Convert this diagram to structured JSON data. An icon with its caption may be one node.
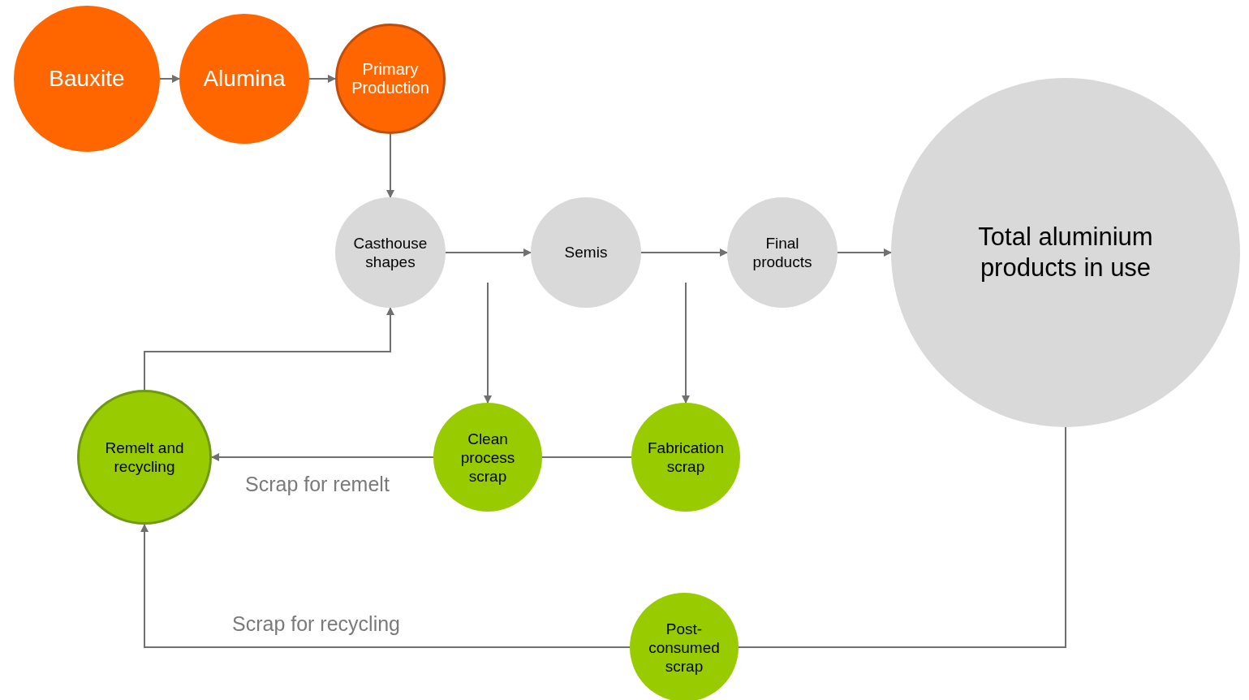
{
  "diagram": {
    "nodes": [
      {
        "text": [
          "Bauxite"
        ]
      },
      {
        "text": [
          "Alumina"
        ]
      },
      {
        "text": [
          "Primary Production"
        ]
      },
      {
        "text": [
          "Casthouse shapes"
        ]
      },
      {
        "text": [
          "Semis"
        ]
      },
      {
        "text": [
          "Final products"
        ]
      },
      {
        "text": [
          "Total aluminium products in use"
        ]
      },
      {
        "text": [
          "Remelt and recycling"
        ]
      },
      {
        "text": [
          "Clean process scrap"
        ]
      },
      {
        "text": [
          "Fabrication scrap"
        ]
      },
      {
        "text": [
          "Post- consumed scrap"
        ]
      }
    ],
    "edges": [
      {
        "from": 0,
        "to": 1,
        "arrow": "to"
      },
      {
        "from": 1,
        "to": 2,
        "arrow": "to"
      },
      {
        "from": 2,
        "to": 3,
        "arrow": "to"
      },
      {
        "from": 3,
        "to": 4,
        "arrow": "to"
      },
      {
        "from": 4,
        "to": 5,
        "arrow": "to"
      },
      {
        "from": 5,
        "to": 6,
        "arrow": "to"
      },
      {
        "from": null,
        "to": 8,
        "arrow": "to"
      },
      {
        "from": null,
        "to": 9,
        "arrow": "to"
      },
      {
        "from": 9,
        "to": 8,
        "arrow": "none"
      },
      {
        "from": 8,
        "to": 7,
        "arrow": "to",
        "label": "Scrap for remelt"
      },
      {
        "from": 7,
        "to": 3,
        "arrow": "to"
      },
      {
        "from": 6,
        "to": 10,
        "arrow": "none"
      },
      {
        "from": 10,
        "to": 7,
        "arrow": "to",
        "label": "Scrap for recycling"
      }
    ]
  }
}
